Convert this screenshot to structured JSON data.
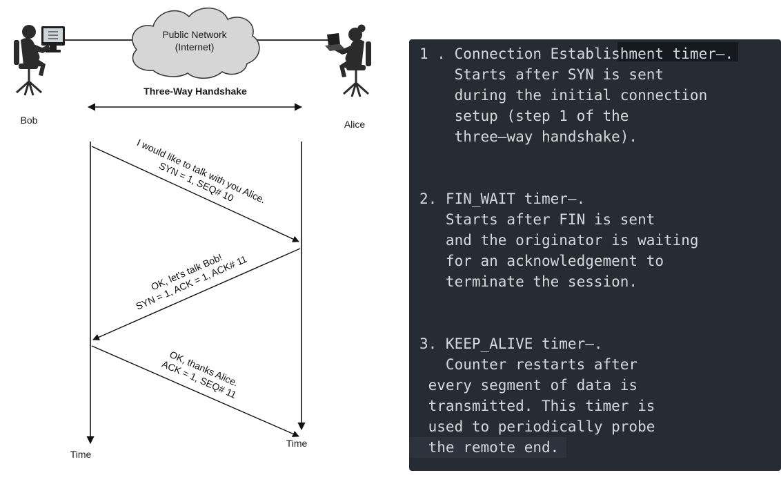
{
  "diagram": {
    "cloud": {
      "line1": "Public Network",
      "line2": "(Internet)"
    },
    "bob_label": "Bob",
    "alice_label": "Alice",
    "handshake_label": "Three-Way Handshake",
    "time_label_left": "Time",
    "time_label_right": "Time",
    "messages": [
      {
        "line1": "I would like to talk with you Alice.",
        "line2": "SYN = 1, SEQ# 10"
      },
      {
        "line1": "OK, let's talk Bob!",
        "line2": "SYN = 1, ACK = 1, ACK# 11"
      },
      {
        "line1": "OK, thanks Alice.",
        "line2": "ACK = 1, SEQ# 11"
      }
    ]
  },
  "terminal": {
    "colors": {
      "background": "#262b34",
      "text": "#d4d9df",
      "highlight_dark": "#161920",
      "highlight_light": "#2d323c"
    },
    "lines": [
      "1 . Connection Establishment timer—.",
      "    Starts after SYN is sent",
      "    during the initial connection",
      "    setup (step 1 of the",
      "    three—way handshake).",
      "",
      "",
      "2. FIN_WAIT timer—.",
      "   Starts after FIN is sent",
      "   and the originator is waiting",
      "   for an acknowledgement to",
      "   terminate the session.",
      "",
      "",
      "3. KEEP_ALIVE timer—.",
      "   Counter restarts after",
      " every segment of data is",
      " transmitted. This timer is",
      " used to periodically probe",
      " the remote end."
    ]
  }
}
